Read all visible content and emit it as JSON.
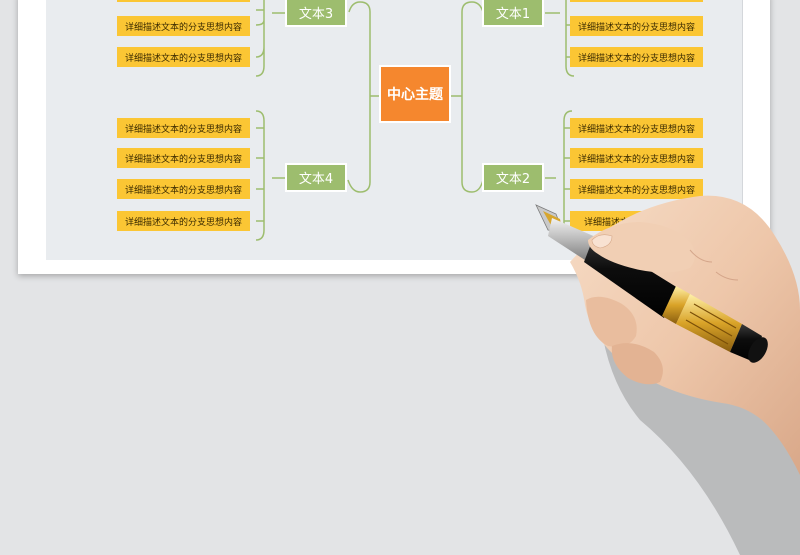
{
  "center": {
    "label": "中心主题"
  },
  "branches": {
    "b1": {
      "label": "文本1"
    },
    "b2": {
      "label": "文本2"
    },
    "b3": {
      "label": "文本3"
    },
    "b4": {
      "label": "文本4"
    }
  },
  "leaf_text": "详细描述文本的分支思想内容",
  "leaf_text_partial": "详细描述文",
  "colors": {
    "center": "#f5872e",
    "branch": "#9dbd6e",
    "leaf": "#fbc634",
    "connector": "#9dbd6e"
  }
}
